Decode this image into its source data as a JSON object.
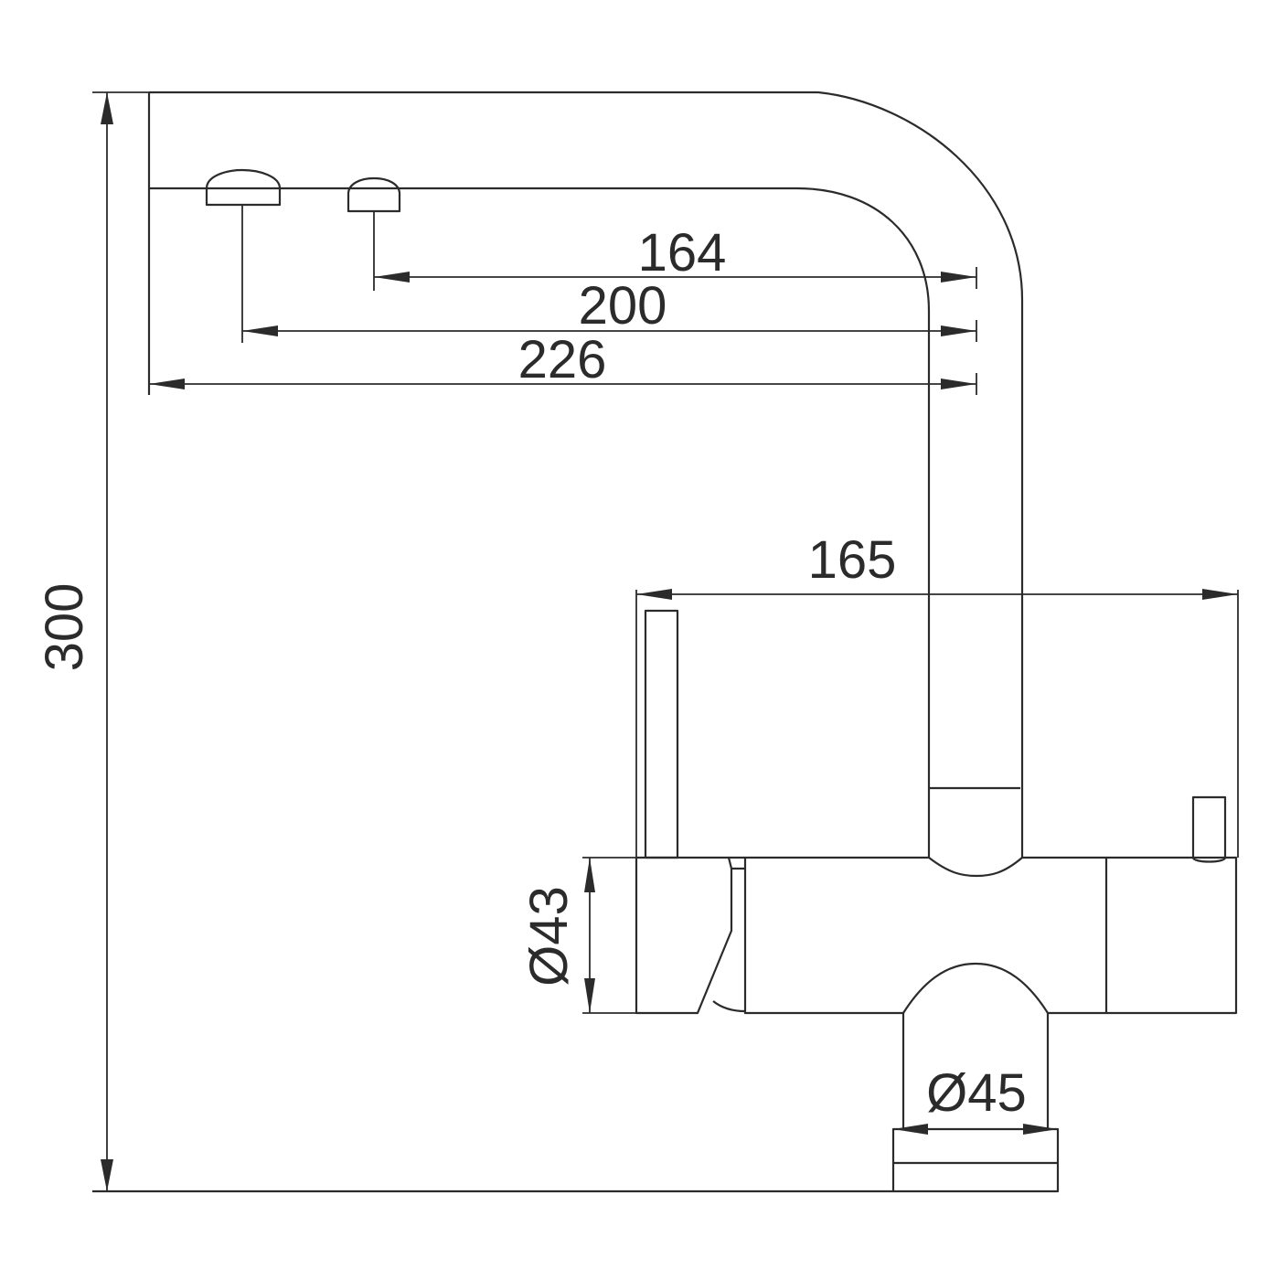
{
  "dimensions": {
    "height_total": "300",
    "reach_1": "164",
    "reach_2": "200",
    "reach_3": "226",
    "body_length": "165",
    "body_diameter": "Ø43",
    "base_diameter": "Ø45"
  },
  "colors": {
    "line": "#2b2b2b",
    "background": "#ffffff"
  }
}
